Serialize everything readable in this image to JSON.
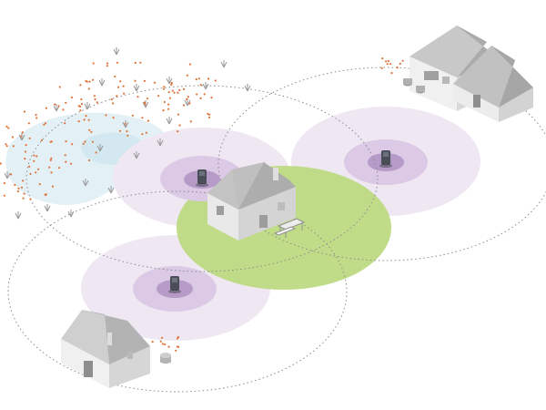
{
  "scene": {
    "background": "#ffffff",
    "colors": {
      "coverage_halo": "#efe8f2",
      "coverage_mid": "#dcc8e4",
      "coverage_core": "#b79ac9",
      "green_zone": "#b9d77a",
      "dotted_ring": "#8a8a8a",
      "wetland": "#dcedf3",
      "house_roof": "#b7b7b7",
      "house_wall": "#e6e6e6",
      "house_shade": "#c9c9c9",
      "device": "#4a4e57",
      "flower": "#e0743a"
    },
    "houses": [
      {
        "id": "center-house"
      },
      {
        "id": "left-house"
      },
      {
        "id": "right-house"
      }
    ],
    "sensors": [
      {
        "id": "sensor-upper-left"
      },
      {
        "id": "sensor-right"
      },
      {
        "id": "sensor-lower-left"
      }
    ],
    "icons": [
      "house-icon",
      "sensor-device-icon",
      "bench-icon",
      "flower-icon",
      "grass-icon",
      "barrel-icon"
    ]
  }
}
